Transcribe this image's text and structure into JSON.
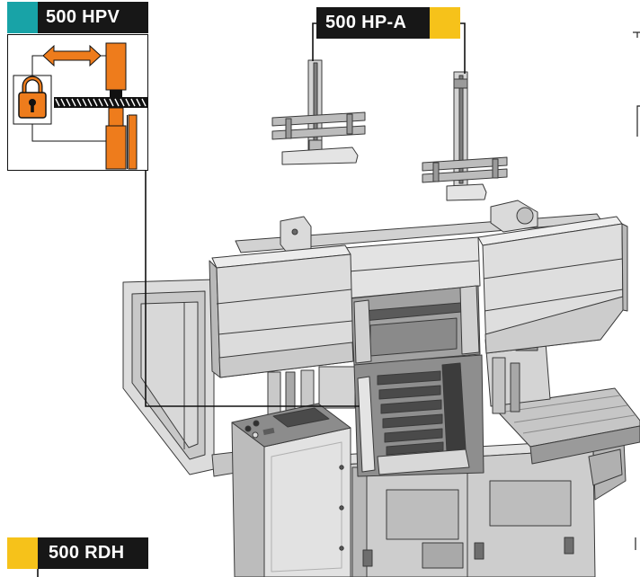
{
  "colors": {
    "orange_accent": "#ee7c1c",
    "label_background": "#171717",
    "label_text": "#ffffff"
  },
  "callouts": {
    "hpv": {
      "label": "500 HPV",
      "accent": "#18a3a7"
    },
    "hpa": {
      "label": "500 HP-A",
      "accent": "#f6c21a"
    },
    "rdh": {
      "label": "500 RDH",
      "accent": "#f6c21a"
    }
  },
  "icons": {
    "lock": "padlock-icon",
    "arrow": "double-arrow-icon"
  }
}
